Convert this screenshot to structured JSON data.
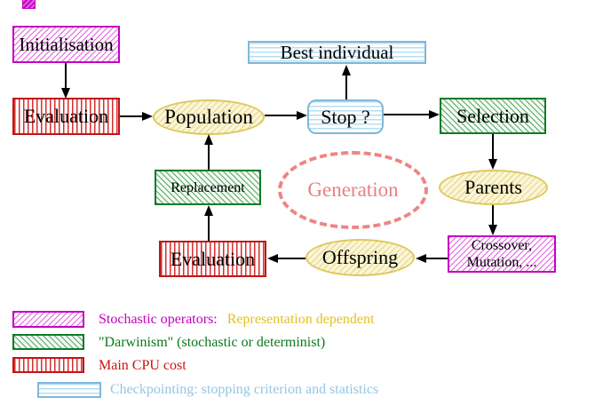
{
  "diagram": {
    "nodes": {
      "initialisation": {
        "label": "Initialisation"
      },
      "evaluation_top": {
        "label": "Evaluation"
      },
      "population": {
        "label": "Population"
      },
      "best_individual": {
        "label": "Best individual"
      },
      "stop": {
        "label": "Stop ?"
      },
      "selection": {
        "label": "Selection"
      },
      "replacement": {
        "label": "Replacement"
      },
      "generation": {
        "label": "Generation"
      },
      "parents": {
        "label": "Parents"
      },
      "evaluation_bottom": {
        "label": "Evaluation"
      },
      "offspring": {
        "label": "Offspring"
      },
      "crossover_mutation": {
        "line1": "Crossover,",
        "line2": "Mutation, ..."
      }
    },
    "legend": {
      "rows": [
        {
          "id": "stochastic",
          "label": "Stochastic operators:",
          "label2": "Representation dependent"
        },
        {
          "id": "darwinism",
          "label": "\"Darwinism\" (stochastic or determinist)"
        },
        {
          "id": "cpu",
          "label": "Main CPU cost"
        },
        {
          "id": "checkpointing",
          "label": "Checkpointing: stopping criterion and statistics"
        }
      ]
    },
    "colors": {
      "stochastic_magenta": "#c400c4",
      "darwinism_green": "#0f7a28",
      "cpu_red": "#c01616",
      "checkpoint_blue": "#7fb8da",
      "data_yellow_border": "#ddc85e",
      "legend_yellow_text": "#e2c21c",
      "generation_salmon": "#ee8282",
      "arrow_black": "#000000"
    }
  }
}
